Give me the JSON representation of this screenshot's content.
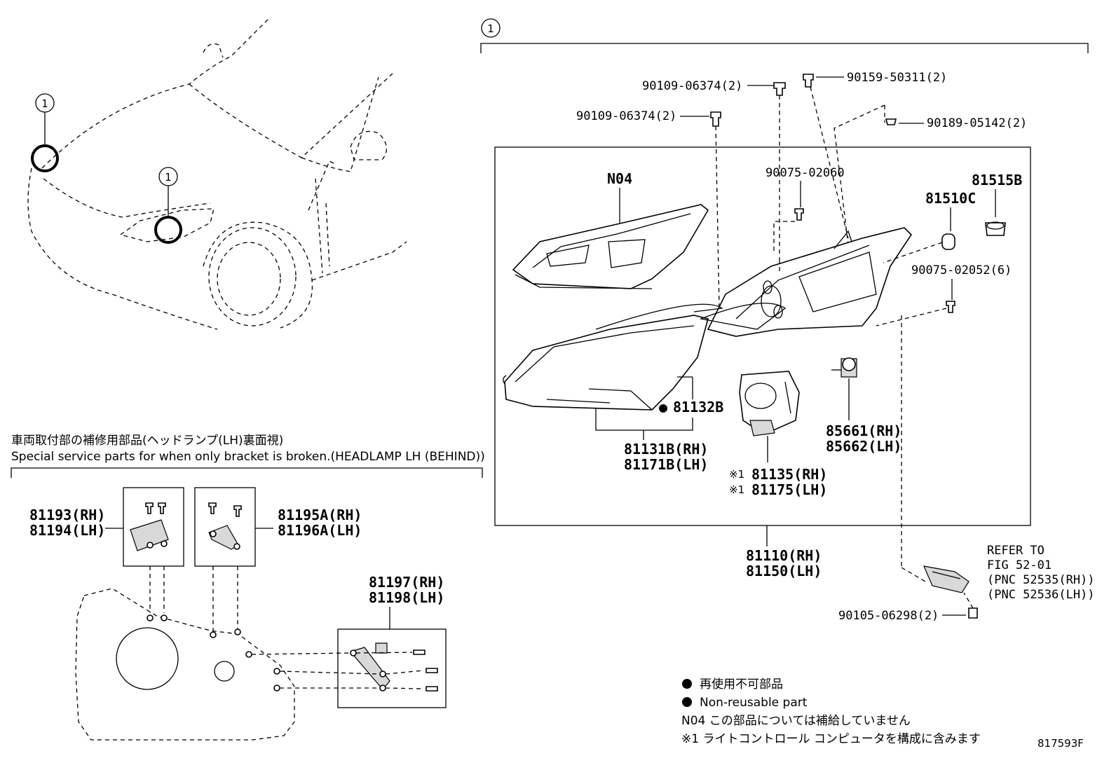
{
  "ref_marker": "1",
  "labels": {
    "p90109_a": "90109-06374(2)",
    "p90159": "90159-50311(2)",
    "p90109_b": "90109-06374(2)",
    "p90189": "90189-05142(2)",
    "n04": "N04",
    "p90075_02060": "90075-02060",
    "p81510c": "81510C",
    "p81515b": "81515B",
    "p90075_02052": "90075-02052(6)",
    "p81132b": "81132B",
    "p81131b": "81131B(RH)",
    "p81171b": "81171B(LH)",
    "p81135": "81135(RH)",
    "p81175": "81175(LH)",
    "asterisk_1": "※1",
    "p85661": "85661(RH)",
    "p85662": "85662(LH)",
    "p81110": "81110(RH)",
    "p81150": "81150(LH)",
    "refer_1": "REFER TO",
    "refer_2": "FIG 52-01",
    "refer_3": "(PNC 52535(RH))",
    "refer_4": "(PNC 52536(LH))",
    "p90105": "90105-06298(2)",
    "p81193": "81193(RH)",
    "p81194": "81194(LH)",
    "p81195a": "81195A(RH)",
    "p81196a": "81196A(LH)",
    "p81197": "81197(RH)",
    "p81198": "81198(LH)"
  },
  "special_title_jp": "車両取付部の補修用部品(ヘッドランプ(LH)裏面視)",
  "special_title_en": "Special service parts for when only bracket is broken.(HEADLAMP LH (BEHIND))",
  "legend": {
    "bullet": "●",
    "nonreusable_jp": "再使用不可部品",
    "nonreusable_en": "Non-reusable part",
    "n04_note": "N04 この部品については補給していません",
    "asterisk_note": "※1 ライトコントロール コンピュータを構成に含みます"
  },
  "figure_id": "817593F"
}
